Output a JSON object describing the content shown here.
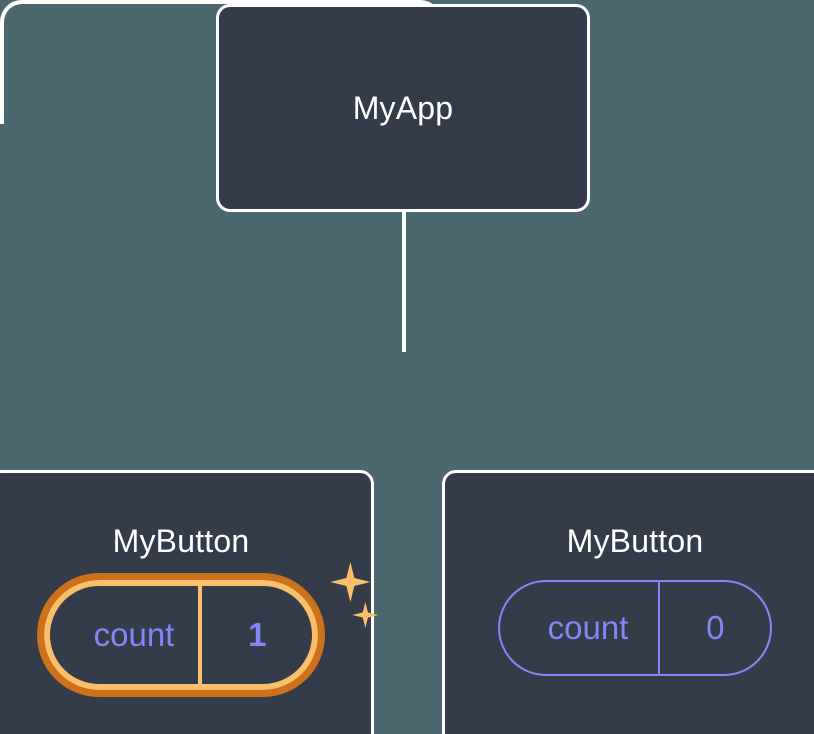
{
  "diagram": {
    "type": "component-tree",
    "background_color": "#4c686f",
    "node_fill_color": "#343b49",
    "node_border_color": "#ffffff",
    "link_color": "#ffffff",
    "state_color": "#8287f5",
    "highlight_ring_outer_color": "#cd721b",
    "highlight_ring_inner_color": "#fbbf6b",
    "sparkle_color": "#fbbf6b"
  },
  "root": {
    "title": "MyApp"
  },
  "children": [
    {
      "title": "MyButton",
      "state": {
        "key": "count",
        "value": "1"
      },
      "highlighted": true,
      "sparkles": [
        "sparkle-large",
        "sparkle-small"
      ]
    },
    {
      "title": "MyButton",
      "state": {
        "key": "count",
        "value": "0"
      },
      "highlighted": false,
      "sparkles": []
    }
  ]
}
